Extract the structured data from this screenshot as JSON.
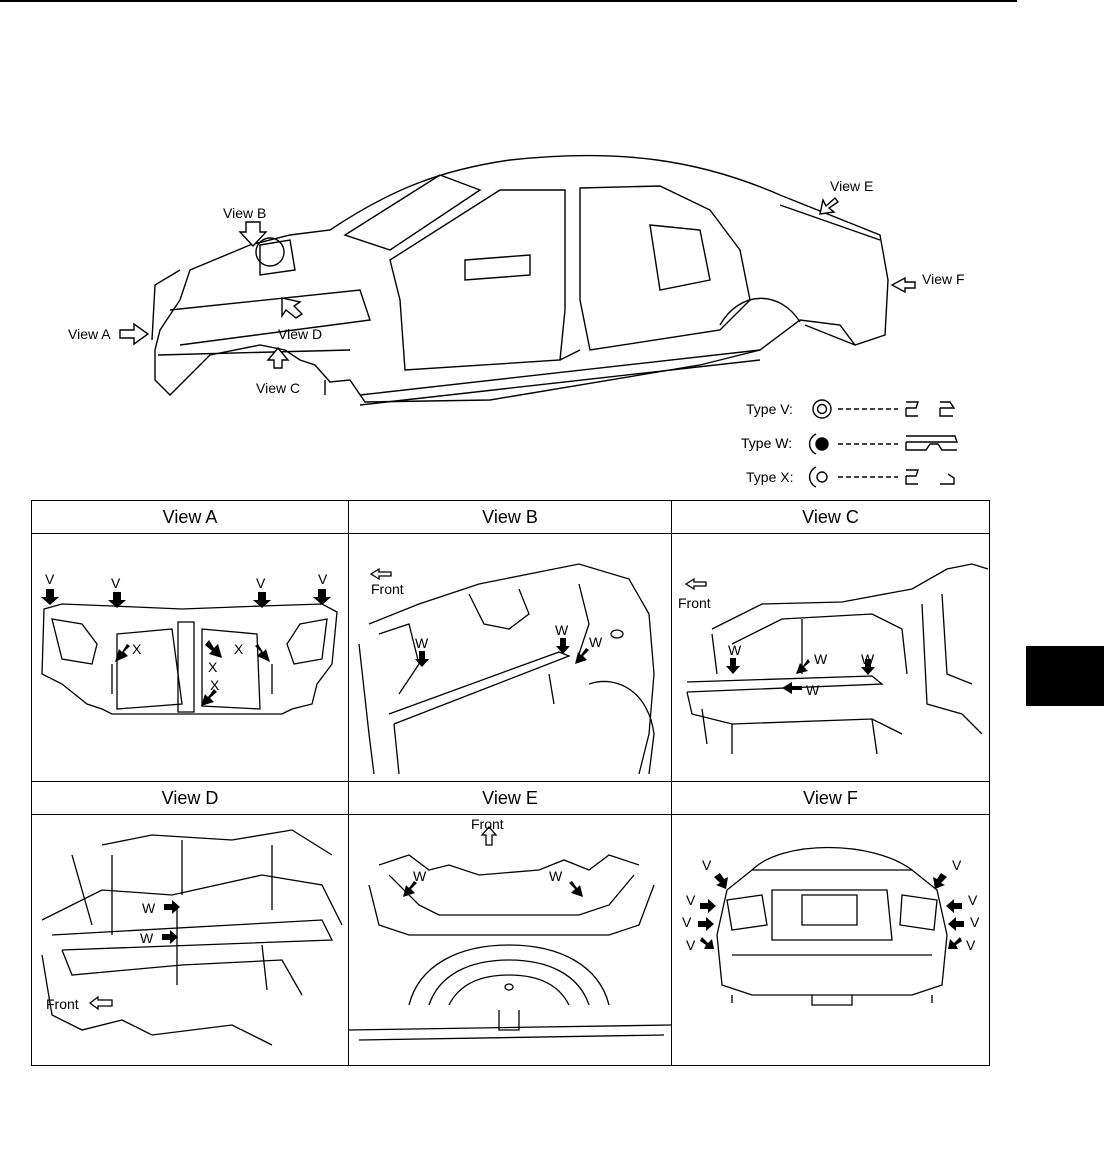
{
  "overview": {
    "view_labels": {
      "a": "View A",
      "b": "View B",
      "c": "View C",
      "d": "View D",
      "e": "View E",
      "f": "View F"
    }
  },
  "legend": [
    {
      "label": "Type V:"
    },
    {
      "label": "Type W:"
    },
    {
      "label": "Type X:"
    }
  ],
  "views": [
    {
      "title": "View A",
      "front": "",
      "points": [
        "V",
        "V",
        "V",
        "V",
        "X",
        "X",
        "X",
        "X"
      ]
    },
    {
      "title": "View B",
      "front": "Front",
      "points": [
        "W",
        "W",
        "W"
      ]
    },
    {
      "title": "View C",
      "front": "Front",
      "points": [
        "W",
        "W",
        "W",
        "W"
      ]
    },
    {
      "title": "View D",
      "front": "Front",
      "points": [
        "W",
        "W"
      ]
    },
    {
      "title": "View E",
      "front": "Front",
      "points": [
        "W",
        "W"
      ]
    },
    {
      "title": "View F",
      "front": "",
      "points": [
        "V",
        "V",
        "V",
        "V",
        "V",
        "V",
        "V",
        "V"
      ]
    }
  ]
}
